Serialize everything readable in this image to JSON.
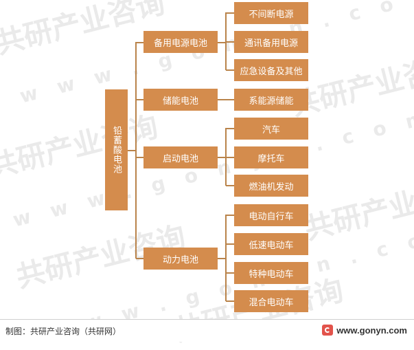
{
  "watermark": {
    "brand_text": "共研产业咨询",
    "url_text": "w w w . g o n y n . c o m"
  },
  "diagram": {
    "root": "铅蓄酸电池",
    "categories": [
      {
        "label": "备用电源电池",
        "leaves": [
          "不间断电源",
          "通讯备用电源",
          "应急设备及其他"
        ]
      },
      {
        "label": "储能电池",
        "leaves": [
          "系能源储能"
        ]
      },
      {
        "label": "启动电池",
        "leaves": [
          "汽车",
          "摩托车",
          "燃油机发动"
        ]
      },
      {
        "label": "动力电池",
        "leaves": [
          "电动自行车",
          "低速电动车",
          "特种电动车",
          "混合电动车"
        ]
      }
    ]
  },
  "footer": {
    "source": "制图：共研产业咨询（共研网）",
    "logo_text": "www.gonyn.com"
  },
  "colors": {
    "box_fill": "#d48c4d",
    "connector": "#b9834a",
    "watermark": "#d9d9d9"
  }
}
